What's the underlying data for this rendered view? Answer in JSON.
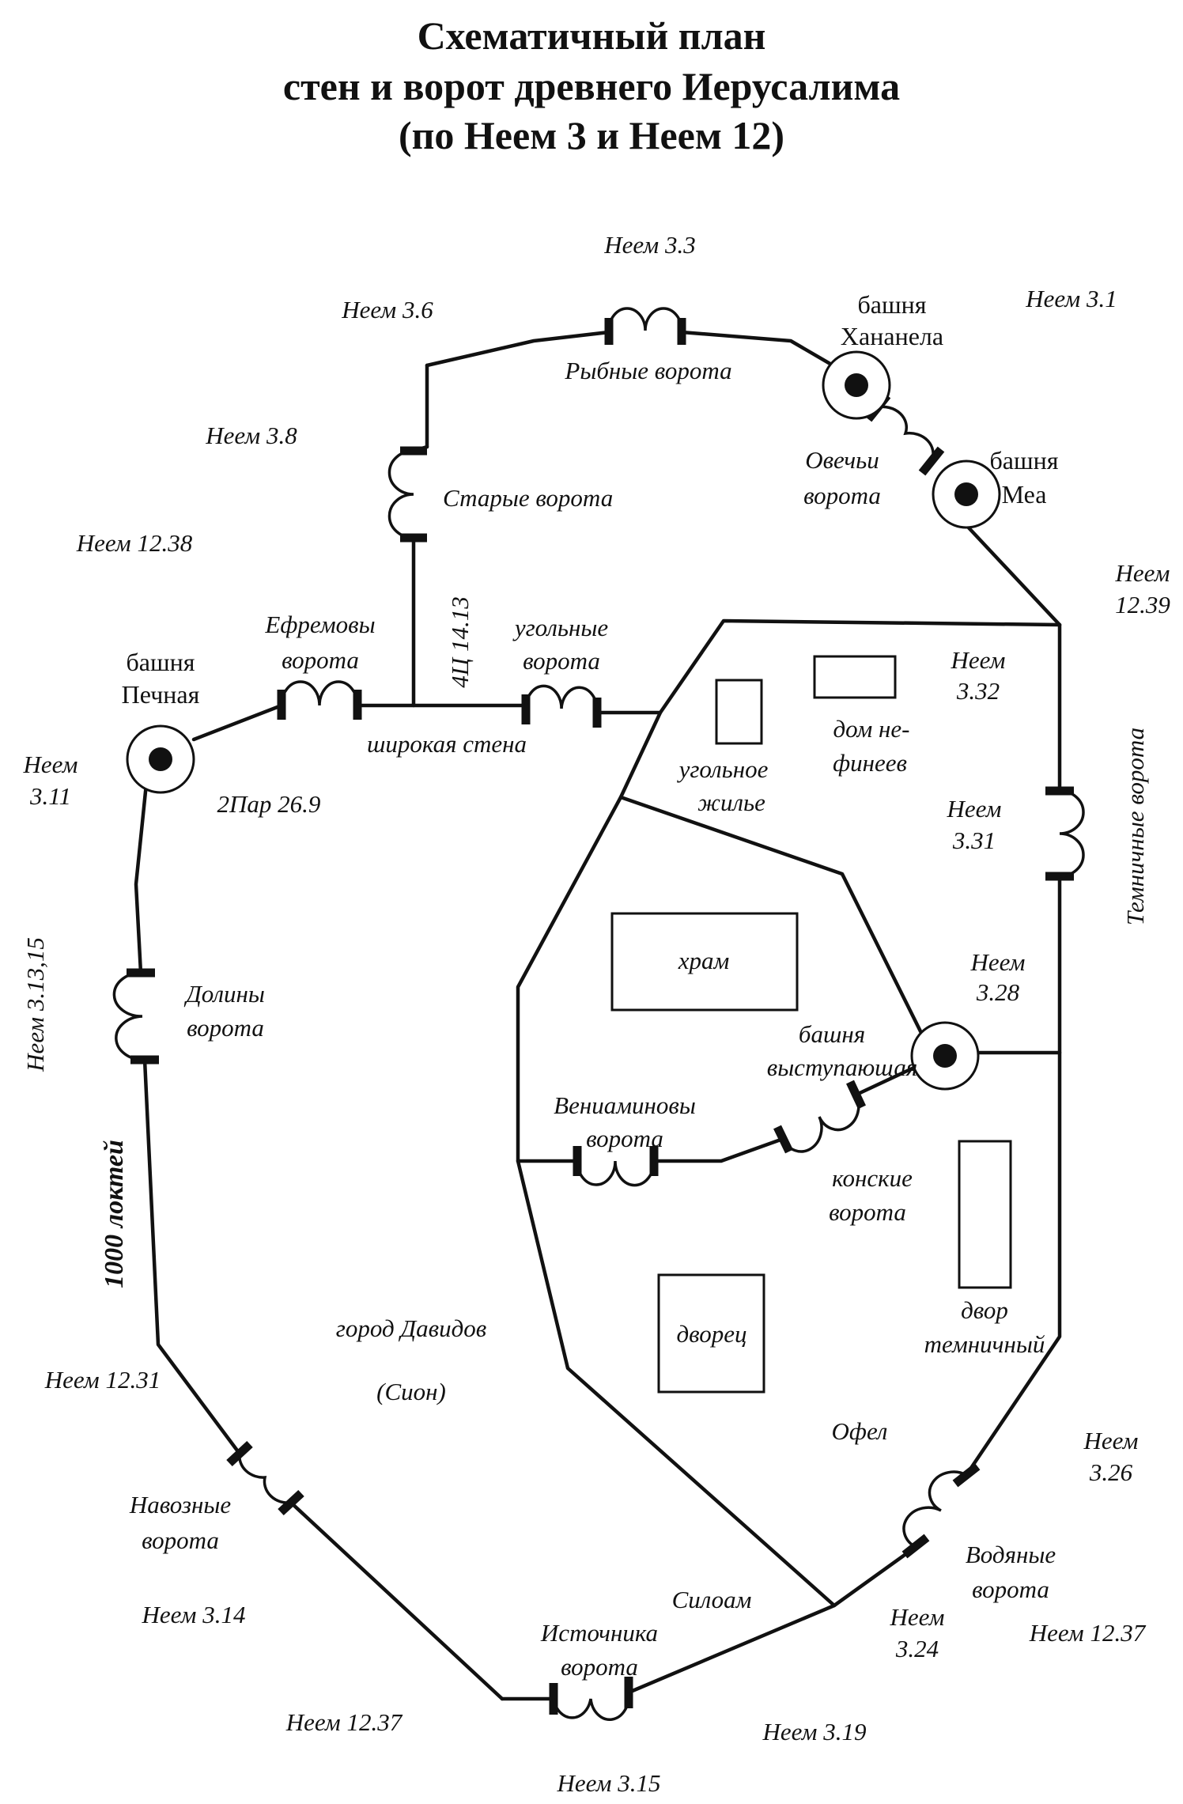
{
  "title": {
    "line1": "Схематичный план",
    "line2": "стен и ворот древнего Иерусалима",
    "line3": "(по Неем 3 и Неем 12)"
  },
  "gates": {
    "fish": "Рыбные ворота",
    "old": "Старые ворота",
    "sheep_1": "Овечьи",
    "sheep_2": "ворота",
    "ephraim_1": "Ефремовы",
    "ephraim_2": "ворота",
    "corner_1": "угольные",
    "corner_2": "ворота",
    "valley_1": "Долины",
    "valley_2": "ворота",
    "prison": "Темничные ворота",
    "benjamin_1": "Вениаминовы",
    "benjamin_2": "ворота",
    "horse_1": "конские",
    "horse_2": "ворота",
    "dung_1": "Навозные",
    "dung_2": "ворота",
    "fountain_1": "Источника",
    "fountain_2": "ворота",
    "water_1": "Водяные",
    "water_2": "ворота"
  },
  "towers": {
    "hananel_1": "башня",
    "hananel_2": "Хананела",
    "mea_1": "башня",
    "mea_2": "Меа",
    "furnace_1": "башня",
    "furnace_2": "Печная",
    "projecting_1": "башня",
    "projecting_2": "выступающая"
  },
  "places": {
    "broad_wall": "широкая стена",
    "corner_house_1": "угольное",
    "corner_house_2": "жилье",
    "house_1": "дом не-",
    "house_2": "финеев",
    "temple": "храм",
    "palace": "дворец",
    "prison_court_1": "двор",
    "prison_court_2": "темничный",
    "city_david": "город Давидов",
    "zion": "(Сион)",
    "ophel": "Офел",
    "siloam": "Силоам"
  },
  "refs": {
    "n3_3": "Неем 3.3",
    "n3_6": "Неем 3.6",
    "n3_1": "Неем 3.1",
    "n3_8": "Неем 3.8",
    "n12_38": "Неем 12.38",
    "n12_39_1": "Неем",
    "n12_39_2": "12.39",
    "k4_14_13": "4Ц 14.13",
    "n3_32_1": "Неем",
    "n3_32_2": "3.32",
    "n3_11_1": "Неем",
    "n3_11_2": "3.11",
    "p2_26_9": "2Пар 26.9",
    "n3_31_1": "Неем",
    "n3_31_2": "3.31",
    "n3_13_15": "Неем 3.13,15",
    "n3_28_1": "Неем",
    "n3_28_2": "3.28",
    "cubits_1000": "1000 локтей",
    "n12_31": "Неем 12.31",
    "n3_26_1": "Неем",
    "n3_26_2": "3.26",
    "n3_14": "Неем 3.14",
    "n3_24_1": "Неем",
    "n3_24_2": "3.24",
    "n12_37_right": "Неем 12.37",
    "n12_37_left": "Неем 12.37",
    "n3_19": "Неем 3.19",
    "n3_15": "Неем 3.15"
  }
}
